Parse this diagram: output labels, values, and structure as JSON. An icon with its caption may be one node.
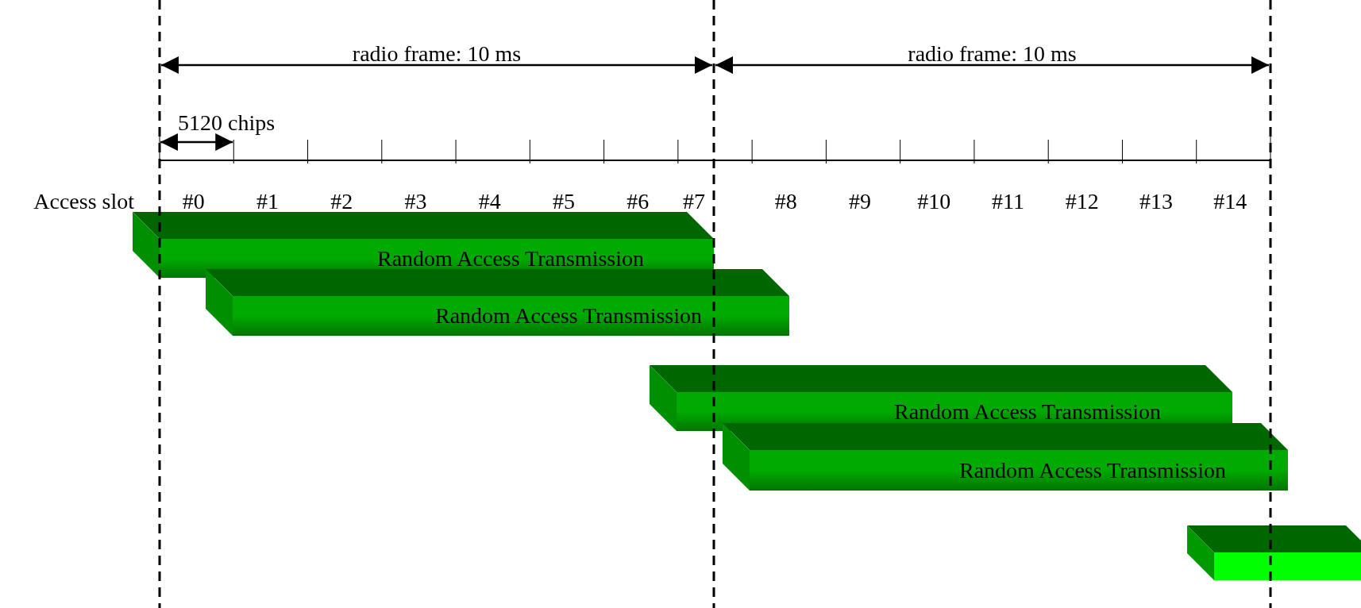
{
  "diagram": {
    "nodes": [
      {
        "text": [
          "Random Access Transmission"
        ]
      },
      {
        "text": [
          "Random Access Transmission"
        ]
      },
      {
        "text": [
          "Random Access Transmission"
        ]
      },
      {
        "text": [
          "Random Access Transmission"
        ]
      },
      {
        "text": [],
        "shape": "bar"
      }
    ],
    "labels": [
      "radio frame: 10 ms",
      "radio frame: 10 ms",
      "5120 chips",
      "Access slot",
      "#0",
      "#1",
      "#2",
      "#3",
      "#4",
      "#5",
      "#6",
      "#7",
      "#8",
      "#9",
      "#10",
      "#11",
      "#12",
      "#13",
      "#14"
    ]
  }
}
